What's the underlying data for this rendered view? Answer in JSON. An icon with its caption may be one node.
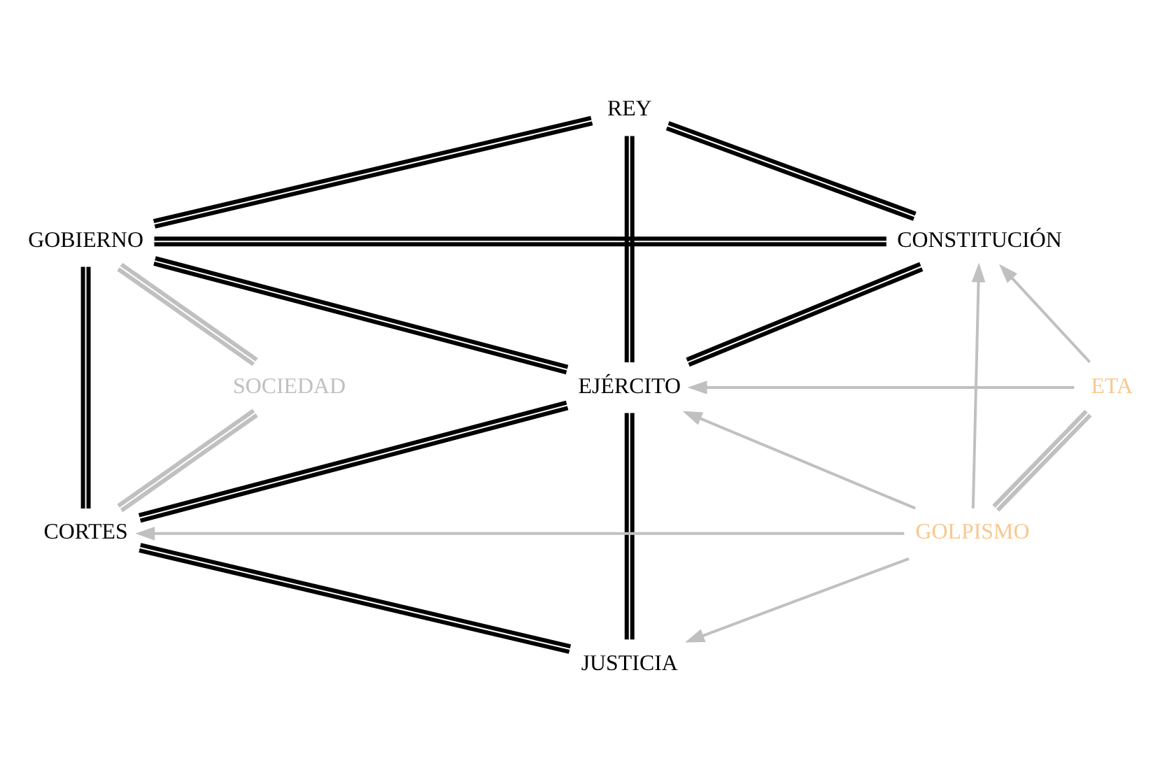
{
  "diagram": {
    "nodes": [
      {
        "text": [
          "REY"
        ]
      },
      {
        "text": [
          "GOBIERNO"
        ]
      },
      {
        "text": [
          "CONSTITUCIÓN"
        ]
      },
      {
        "text": [
          "SOCIEDAD"
        ]
      },
      {
        "text": [
          "EJÉRCITO"
        ]
      },
      {
        "text": [
          "ETA"
        ]
      },
      {
        "text": [
          "CORTES"
        ]
      },
      {
        "text": [
          "GOLPISMO"
        ]
      },
      {
        "text": [
          "JUSTICIA"
        ]
      }
    ],
    "edges": [
      {
        "from": 0,
        "to": 1,
        "arrow": "none"
      },
      {
        "from": 0,
        "to": 4,
        "arrow": "none"
      },
      {
        "from": 0,
        "to": 2,
        "arrow": "none"
      },
      {
        "from": 1,
        "to": 2,
        "arrow": "none"
      },
      {
        "from": 1,
        "to": 4,
        "arrow": "none"
      },
      {
        "from": 2,
        "to": 4,
        "arrow": "none"
      },
      {
        "from": 1,
        "to": 3,
        "arrow": "none",
        "color": "#c0c0c0"
      },
      {
        "from": 1,
        "to": 6,
        "arrow": "none"
      },
      {
        "from": 3,
        "to": 6,
        "arrow": "none",
        "color": "#c0c0c0"
      },
      {
        "from": 4,
        "to": 6,
        "arrow": "none"
      },
      {
        "from": 4,
        "to": 8,
        "arrow": "none"
      },
      {
        "from": 6,
        "to": 8,
        "arrow": "none"
      },
      {
        "from": 5,
        "to": 7,
        "arrow": "none",
        "color": "#c0c0c0"
      },
      {
        "from": 5,
        "to": 4,
        "arrow": "to",
        "color": "#c0c0c0"
      },
      {
        "from": 5,
        "to": 2,
        "arrow": "to",
        "color": "#c0c0c0"
      },
      {
        "from": 7,
        "to": 2,
        "arrow": "to",
        "color": "#c0c0c0"
      },
      {
        "from": 7,
        "to": 4,
        "arrow": "to",
        "color": "#c0c0c0"
      },
      {
        "from": 7,
        "to": 6,
        "arrow": "to",
        "color": "#c0c0c0"
      },
      {
        "from": 7,
        "to": 8,
        "arrow": "to",
        "color": "#c0c0c0"
      }
    ]
  }
}
